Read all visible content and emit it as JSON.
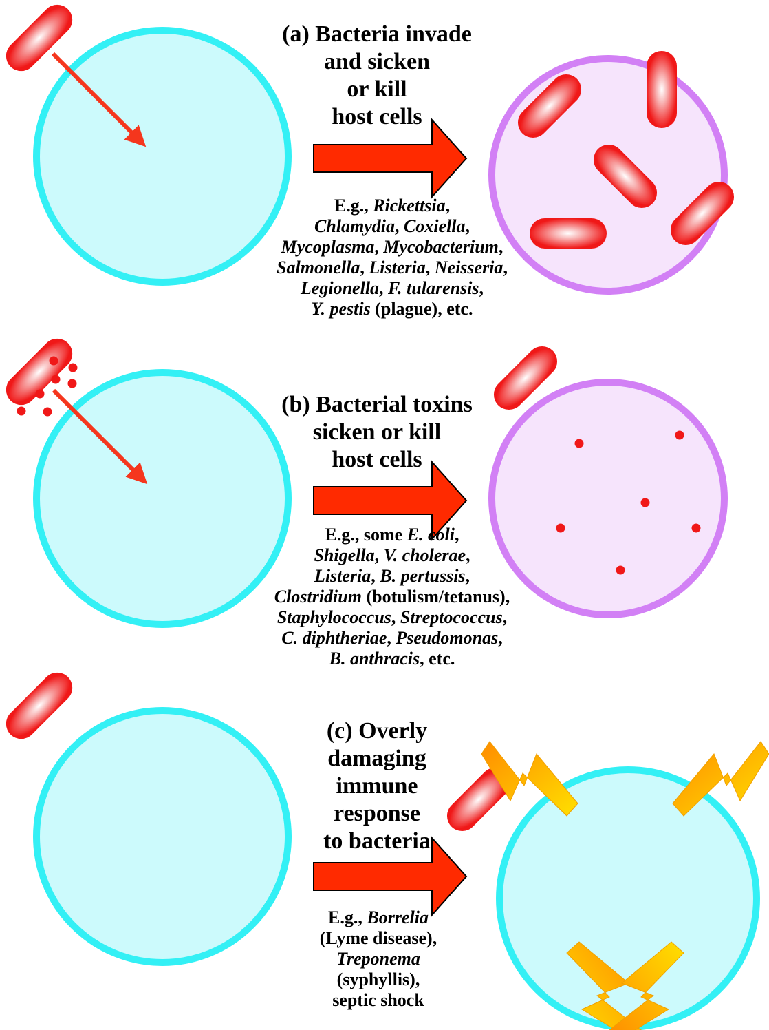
{
  "colors": {
    "healthy_cell_border": "#33F0F5",
    "healthy_cell_fill": "#CCFAFC",
    "sick_cell_border": "#D280F5",
    "sick_cell_fill": "#F6E4FC",
    "bacterium": "#F01818",
    "toxin": "#F01818",
    "arrow": "#FF2A00",
    "lightning": "#FFB000"
  },
  "icons": [
    "bacterium",
    "toxin-dot",
    "invasion-arrow",
    "process-arrow",
    "lightning-bolt",
    "host-cell"
  ],
  "panels": [
    {
      "id": "a",
      "heading": [
        "(a) Bacteria invade",
        "and sicken",
        "or kill",
        "host cells"
      ],
      "examples": [
        [
          {
            "t": "E.g., "
          },
          {
            "t": "Rickettsia",
            "i": true
          },
          {
            "t": ","
          }
        ],
        [
          {
            "t": "Chlamydia",
            "i": true
          },
          {
            "t": ", "
          },
          {
            "t": "Coxiella",
            "i": true
          },
          {
            "t": ","
          }
        ],
        [
          {
            "t": "Mycoplasma",
            "i": true
          },
          {
            "t": ", "
          },
          {
            "t": "Mycobacterium",
            "i": true
          },
          {
            "t": ","
          }
        ],
        [
          {
            "t": "Salmonella",
            "i": true
          },
          {
            "t": ", "
          },
          {
            "t": "Listeria",
            "i": true
          },
          {
            "t": ", "
          },
          {
            "t": "Neisseria",
            "i": true
          },
          {
            "t": ","
          }
        ],
        [
          {
            "t": "Legionella",
            "i": true
          },
          {
            "t": ", "
          },
          {
            "t": "F. tularensis",
            "i": true
          },
          {
            "t": ","
          }
        ],
        [
          {
            "t": "Y. pestis",
            "i": true
          },
          {
            "t": " (plague), etc."
          }
        ]
      ]
    },
    {
      "id": "b",
      "heading": [
        "(b) Bacterial toxins",
        "sicken or kill",
        "host cells"
      ],
      "examples": [
        [
          {
            "t": "E.g., some "
          },
          {
            "t": "E. coli",
            "i": true
          },
          {
            "t": ","
          }
        ],
        [
          {
            "t": "Shigella",
            "i": true
          },
          {
            "t": ", "
          },
          {
            "t": "V. cholerae",
            "i": true
          },
          {
            "t": ","
          }
        ],
        [
          {
            "t": "Listeria",
            "i": true
          },
          {
            "t": ", "
          },
          {
            "t": "B. pertussis",
            "i": true
          },
          {
            "t": ","
          }
        ],
        [
          {
            "t": "Clostridium",
            "i": true
          },
          {
            "t": " (botulism/tetanus),"
          }
        ],
        [
          {
            "t": "Staphylococcus",
            "i": true
          },
          {
            "t": ", "
          },
          {
            "t": "Streptococcus",
            "i": true
          },
          {
            "t": ","
          }
        ],
        [
          {
            "t": "C. diphtheriae",
            "i": true
          },
          {
            "t": ", "
          },
          {
            "t": "Pseudomonas",
            "i": true
          },
          {
            "t": ","
          }
        ],
        [
          {
            "t": "B. anthracis",
            "i": true
          },
          {
            "t": ", etc."
          }
        ]
      ]
    },
    {
      "id": "c",
      "heading": [
        "(c) Overly",
        "damaging",
        "immune",
        "response",
        "to bacteria"
      ],
      "examples": [
        [
          {
            "t": "E.g., "
          },
          {
            "t": "Borrelia",
            "i": true
          }
        ],
        [
          {
            "t": "(Lyme disease),"
          }
        ],
        [
          {
            "t": "Treponema",
            "i": true
          }
        ],
        [
          {
            "t": "(syphyllis),"
          }
        ],
        [
          {
            "t": "septic shock"
          }
        ]
      ]
    }
  ]
}
